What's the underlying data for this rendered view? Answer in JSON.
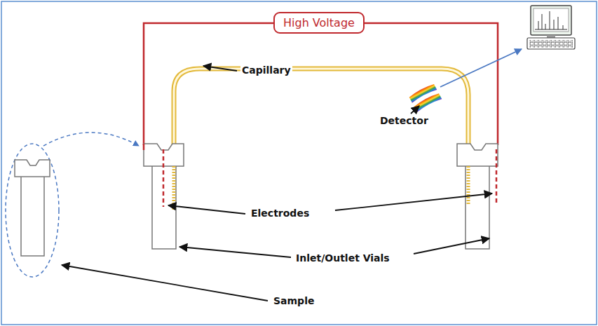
{
  "diagram": {
    "nodes": [
      {
        "text": [
          "High Voltage"
        ]
      }
    ],
    "labels": [
      "Capillary",
      "Detector",
      "Electrodes",
      "Inlet/Outlet Vials",
      "Sample"
    ]
  }
}
